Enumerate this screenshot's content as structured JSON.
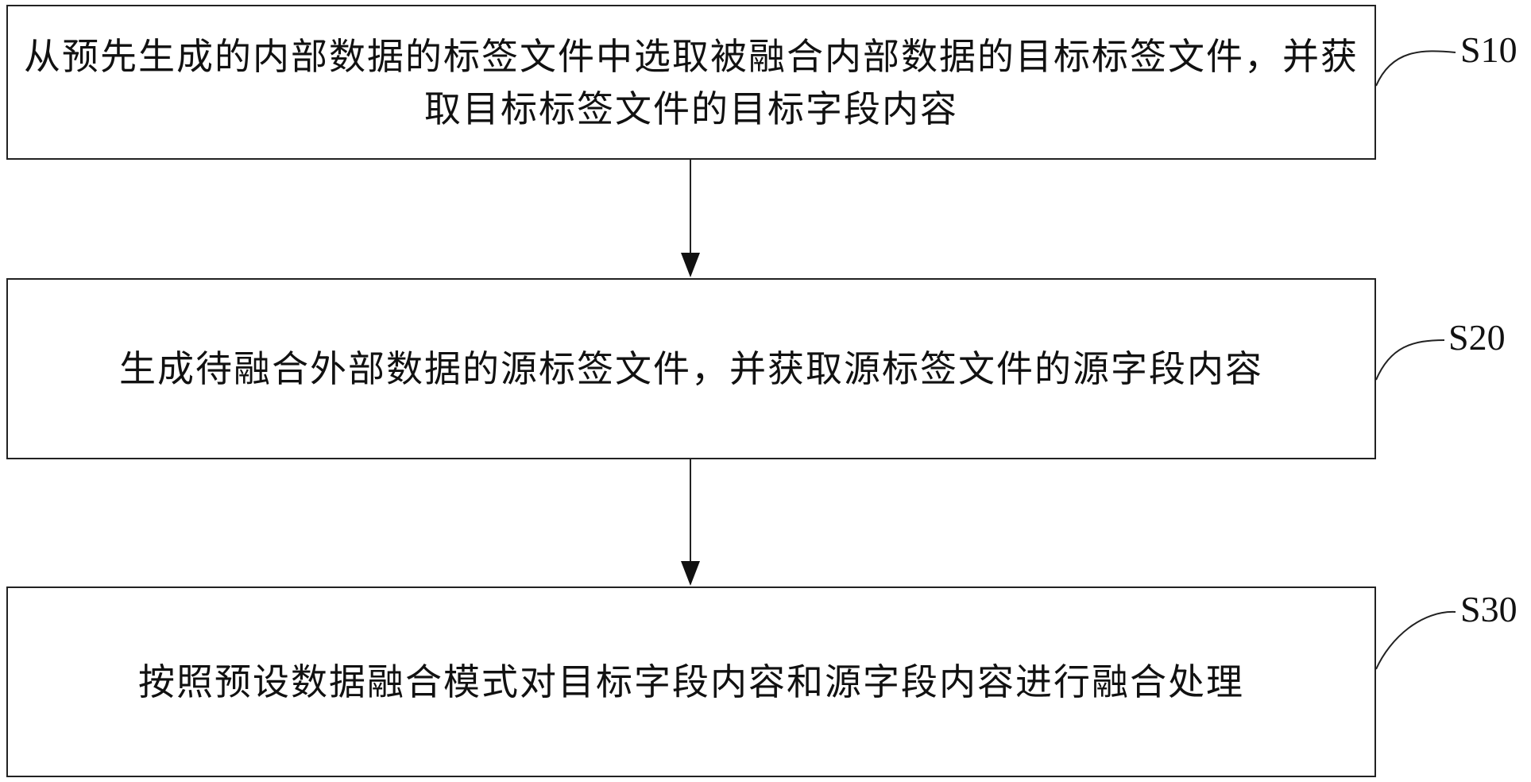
{
  "steps": [
    {
      "id": "S10",
      "label": "S10",
      "text": "从预先生成的内部数据的标签文件中选取被融合内部数据的目标标签文件，并获取目标标签文件的目标字段内容"
    },
    {
      "id": "S20",
      "label": "S20",
      "text": "生成待融合外部数据的源标签文件，并获取源标签文件的源字段内容"
    },
    {
      "id": "S30",
      "label": "S30",
      "text": "按照预设数据融合模式对目标字段内容和源字段内容进行融合处理"
    }
  ],
  "colors": {
    "stroke": "#222222",
    "text": "#111111",
    "background": "#ffffff"
  }
}
